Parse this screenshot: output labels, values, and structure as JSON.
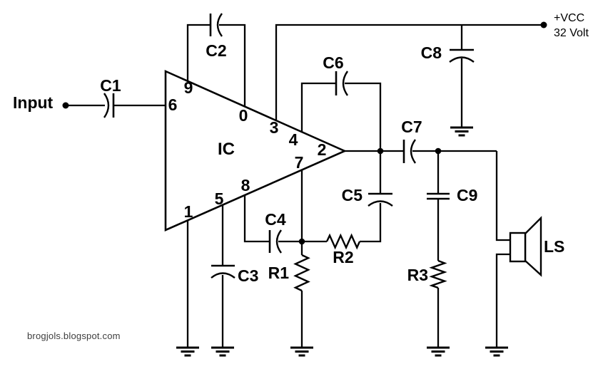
{
  "schematic": {
    "input": {
      "label": "Input"
    },
    "power": {
      "label": "+VCC",
      "voltage": "32 Volt"
    },
    "ic": {
      "label": "IC",
      "pins": {
        "pin9": "9",
        "pin6": "6",
        "pin0": "0",
        "pin3": "3",
        "pin4": "4",
        "pin2": "2",
        "pin7": "7",
        "pin8": "8",
        "pin5": "5",
        "pin1": "1"
      }
    },
    "capacitors": {
      "c1": "C1",
      "c2": "C2",
      "c3": "C3",
      "c4": "C4",
      "c5": "C5",
      "c6": "C6",
      "c7": "C7",
      "c8": "C8",
      "c9": "C9"
    },
    "resistors": {
      "r1": "R1",
      "r2": "R2",
      "r3": "R3"
    },
    "speaker": {
      "label": "LS"
    },
    "watermark": "brogjols.blogspot.com",
    "colors": {
      "line": "#000000",
      "background": "#ffffff",
      "watermark_text": "#3d3d3d"
    }
  }
}
